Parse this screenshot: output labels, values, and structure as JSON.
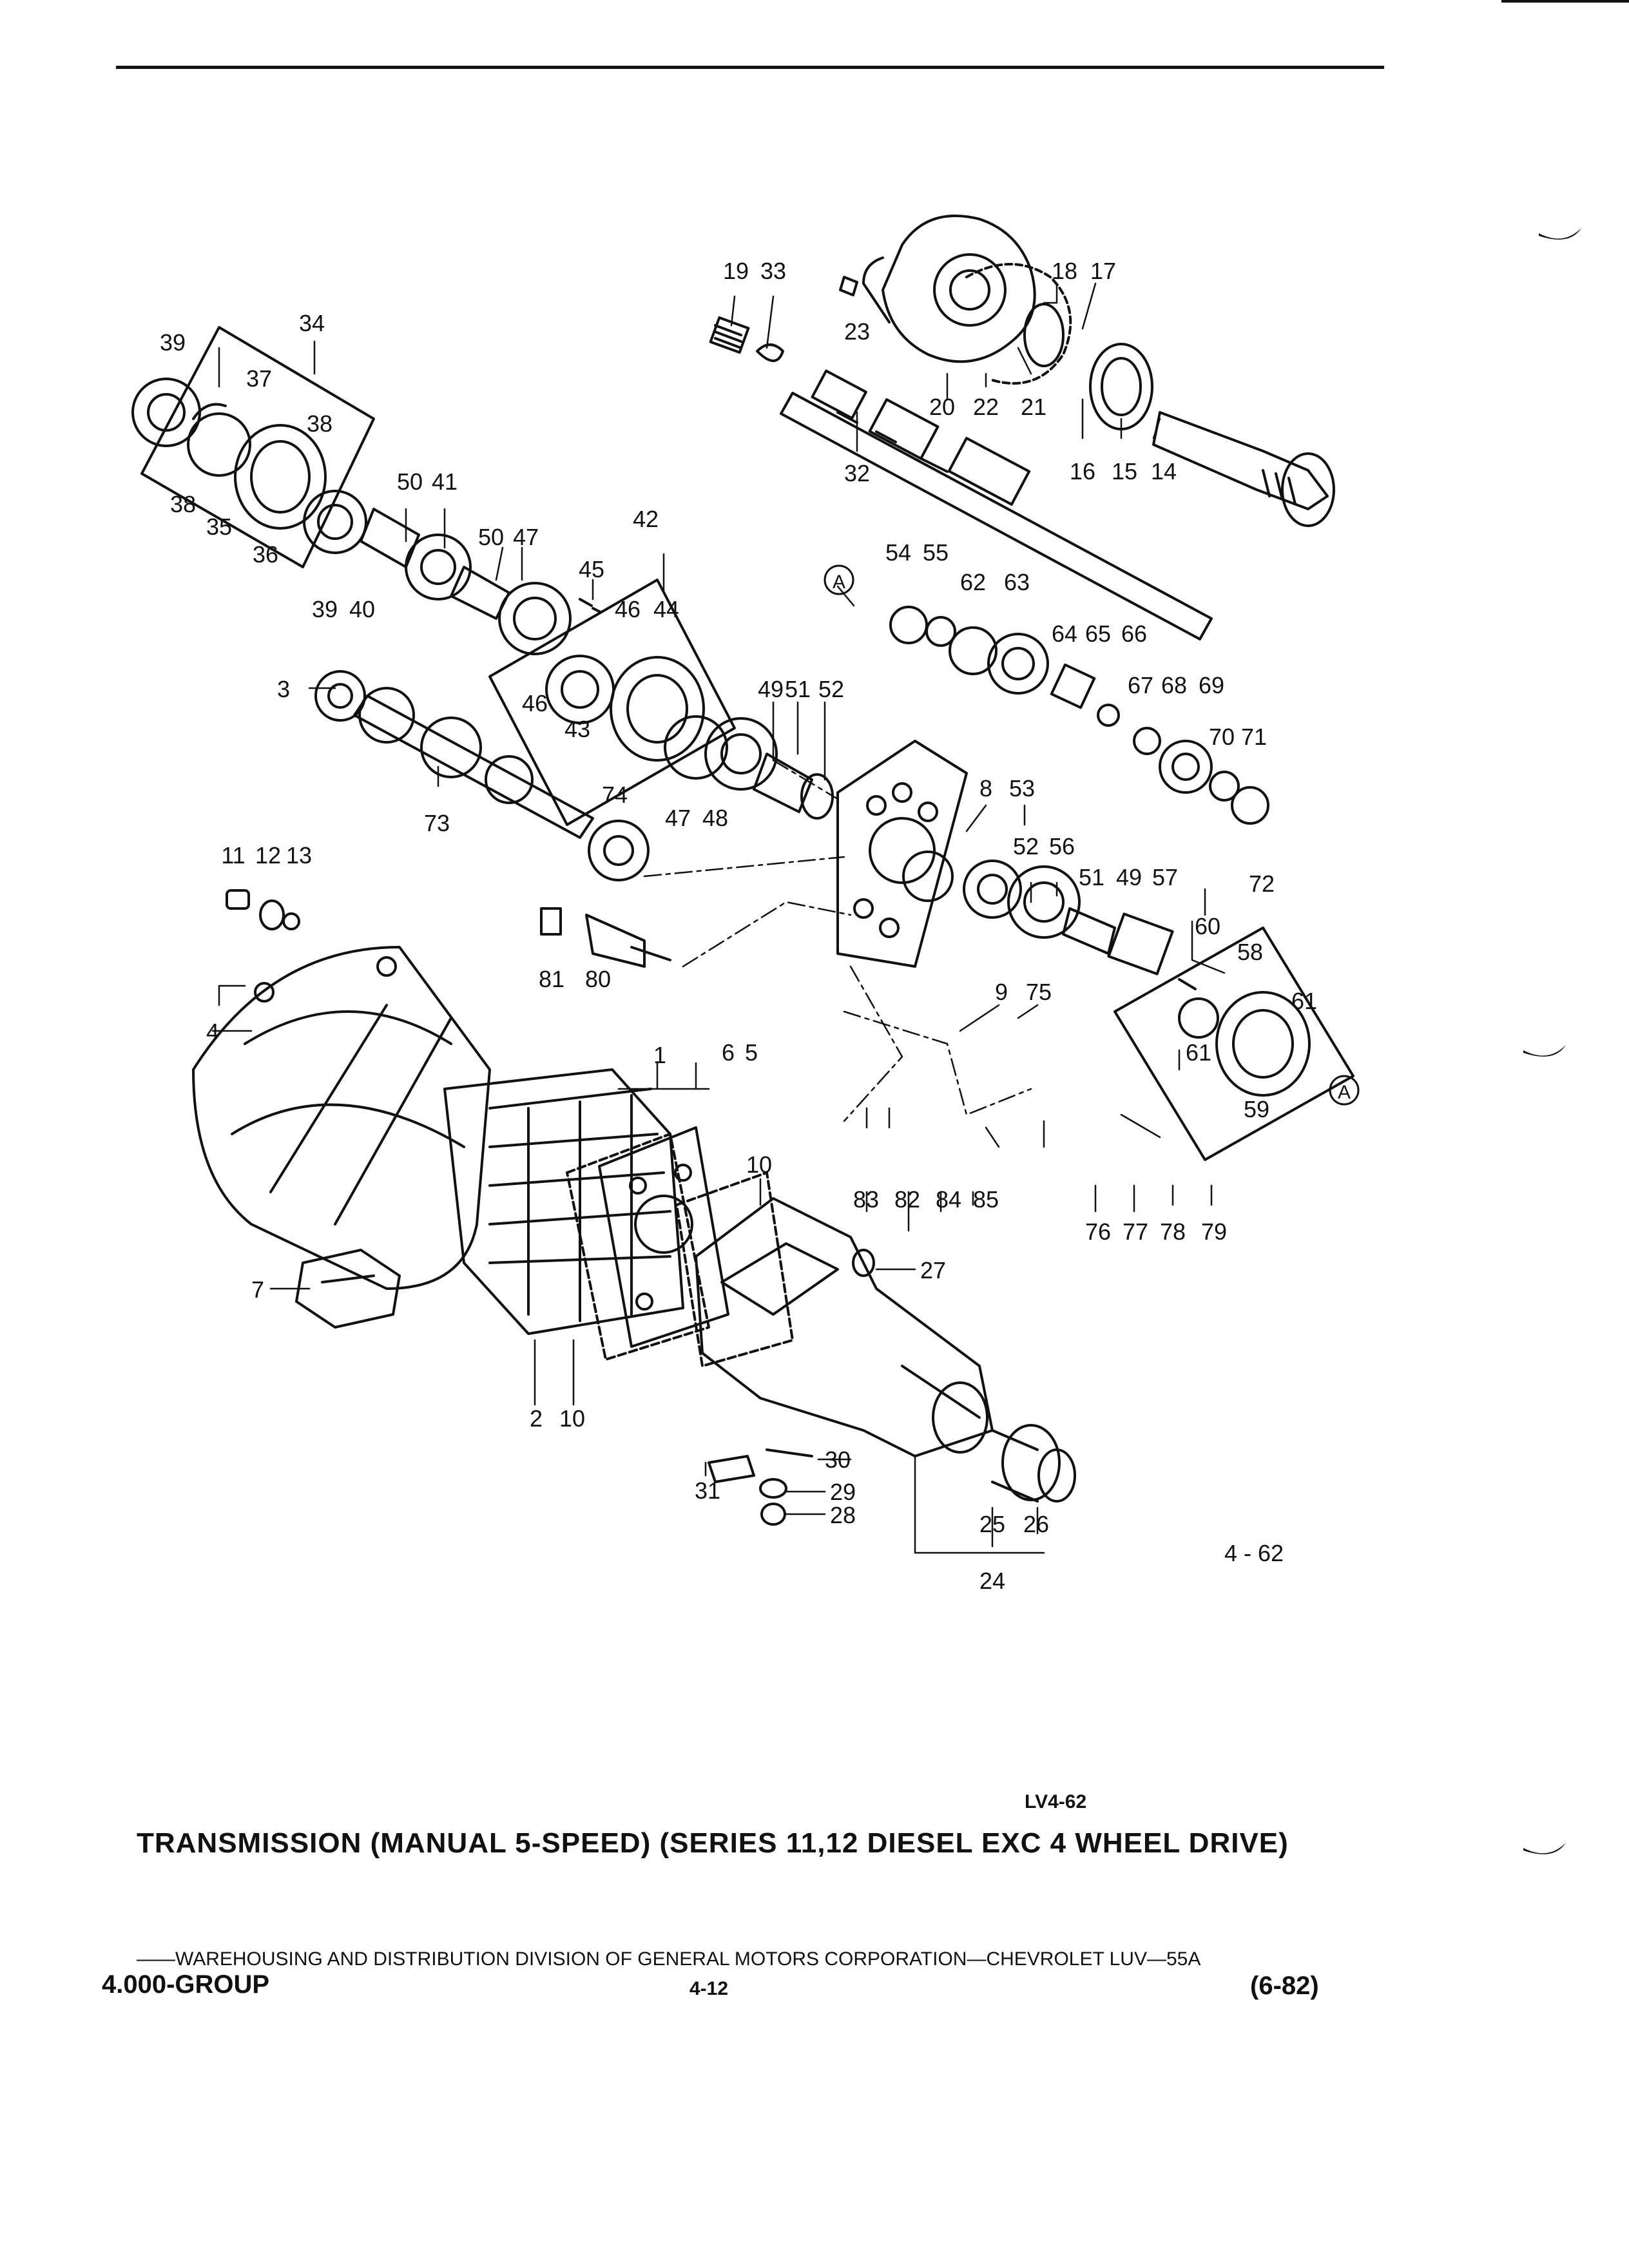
{
  "figure_id": "4 - 62",
  "lv_code": "LV4-62",
  "title": "TRANSMISSION (MANUAL 5-SPEED) (SERIES 11,12 DIESEL EXC 4 WHEEL DRIVE)",
  "footer": {
    "division_line": "——WAREHOUSING AND DISTRIBUTION  DIVISION OF GENERAL MOTORS CORPORATION—CHEVROLET LUV—55A",
    "group": "4.000-GROUP",
    "page": "4-12",
    "date": "(6-82)"
  },
  "callouts": [
    {
      "id": "c19",
      "text": "19"
    },
    {
      "id": "c33",
      "text": "33"
    },
    {
      "id": "c18",
      "text": "18"
    },
    {
      "id": "c17",
      "text": "17"
    },
    {
      "id": "c23",
      "text": "23"
    },
    {
      "id": "c20",
      "text": "20"
    },
    {
      "id": "c22",
      "text": "22"
    },
    {
      "id": "c21",
      "text": "21"
    },
    {
      "id": "c16",
      "text": "16"
    },
    {
      "id": "c15",
      "text": "15"
    },
    {
      "id": "c14",
      "text": "14"
    },
    {
      "id": "c32",
      "text": "32"
    },
    {
      "id": "c34",
      "text": "34"
    },
    {
      "id": "c39a",
      "text": "39"
    },
    {
      "id": "c37",
      "text": "37"
    },
    {
      "id": "c38a",
      "text": "38"
    },
    {
      "id": "c38b",
      "text": "38"
    },
    {
      "id": "c35",
      "text": "35"
    },
    {
      "id": "c36",
      "text": "36"
    },
    {
      "id": "c50a",
      "text": "50"
    },
    {
      "id": "c41",
      "text": "41"
    },
    {
      "id": "c50b",
      "text": "50"
    },
    {
      "id": "c47a",
      "text": "47"
    },
    {
      "id": "c42",
      "text": "42"
    },
    {
      "id": "c45",
      "text": "45"
    },
    {
      "id": "c46a",
      "text": "46"
    },
    {
      "id": "c44",
      "text": "44"
    },
    {
      "id": "c39b",
      "text": "39"
    },
    {
      "id": "c40",
      "text": "40"
    },
    {
      "id": "c46b",
      "text": "46"
    },
    {
      "id": "c43",
      "text": "43"
    },
    {
      "id": "cA1",
      "text": "A"
    },
    {
      "id": "c54",
      "text": "54"
    },
    {
      "id": "c55",
      "text": "55"
    },
    {
      "id": "c62",
      "text": "62"
    },
    {
      "id": "c63",
      "text": "63"
    },
    {
      "id": "c64",
      "text": "64"
    },
    {
      "id": "c65",
      "text": "65"
    },
    {
      "id": "c66",
      "text": "66"
    },
    {
      "id": "c67",
      "text": "67"
    },
    {
      "id": "c68",
      "text": "68"
    },
    {
      "id": "c69",
      "text": "69"
    },
    {
      "id": "c70",
      "text": "70"
    },
    {
      "id": "c71",
      "text": "71"
    },
    {
      "id": "c72",
      "text": "72"
    },
    {
      "id": "c3",
      "text": "3"
    },
    {
      "id": "c49a",
      "text": "49"
    },
    {
      "id": "c51a",
      "text": "51"
    },
    {
      "id": "c52a",
      "text": "52"
    },
    {
      "id": "c73",
      "text": "73"
    },
    {
      "id": "c74",
      "text": "74"
    },
    {
      "id": "c47b",
      "text": "47"
    },
    {
      "id": "c48",
      "text": "48"
    },
    {
      "id": "c8",
      "text": "8"
    },
    {
      "id": "c53",
      "text": "53"
    },
    {
      "id": "c52b",
      "text": "52"
    },
    {
      "id": "c56",
      "text": "56"
    },
    {
      "id": "c51b",
      "text": "51"
    },
    {
      "id": "c49b",
      "text": "49"
    },
    {
      "id": "c57",
      "text": "57"
    },
    {
      "id": "c60",
      "text": "60"
    },
    {
      "id": "c58",
      "text": "58"
    },
    {
      "id": "c61a",
      "text": "61"
    },
    {
      "id": "c61b",
      "text": "61"
    },
    {
      "id": "c59",
      "text": "59"
    },
    {
      "id": "cA2",
      "text": "A"
    },
    {
      "id": "c11",
      "text": "11"
    },
    {
      "id": "c12",
      "text": "12"
    },
    {
      "id": "c13",
      "text": "13"
    },
    {
      "id": "c81",
      "text": "81"
    },
    {
      "id": "c80",
      "text": "80"
    },
    {
      "id": "c9",
      "text": "9"
    },
    {
      "id": "c75",
      "text": "75"
    },
    {
      "id": "c4",
      "text": "4"
    },
    {
      "id": "c1",
      "text": "1"
    },
    {
      "id": "c6",
      "text": "6"
    },
    {
      "id": "c5",
      "text": "5"
    },
    {
      "id": "c10a",
      "text": "10"
    },
    {
      "id": "c83",
      "text": "83"
    },
    {
      "id": "c82",
      "text": "82"
    },
    {
      "id": "c84",
      "text": "84"
    },
    {
      "id": "c85",
      "text": "85"
    },
    {
      "id": "c76",
      "text": "76"
    },
    {
      "id": "c77",
      "text": "77"
    },
    {
      "id": "c78",
      "text": "78"
    },
    {
      "id": "c79",
      "text": "79"
    },
    {
      "id": "c7",
      "text": "7"
    },
    {
      "id": "c27",
      "text": "27"
    },
    {
      "id": "c2",
      "text": "2"
    },
    {
      "id": "c10b",
      "text": "10"
    },
    {
      "id": "c30",
      "text": "30"
    },
    {
      "id": "c31",
      "text": "31"
    },
    {
      "id": "c29",
      "text": "29"
    },
    {
      "id": "c28",
      "text": "28"
    },
    {
      "id": "c25",
      "text": "25"
    },
    {
      "id": "c26",
      "text": "26"
    },
    {
      "id": "c24",
      "text": "24"
    }
  ]
}
